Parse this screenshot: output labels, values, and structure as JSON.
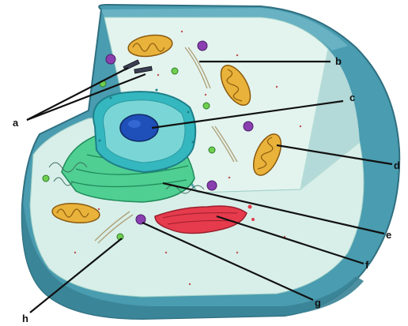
{
  "labels": {
    "a": "a",
    "b": "b",
    "c": "c",
    "d": "d",
    "e": "e",
    "f": "f",
    "g": "g",
    "h": "h"
  },
  "icons": [
    "centriole-icon",
    "mitochondrion-icon",
    "nucleus-icon",
    "golgi-apparatus-icon",
    "endoplasmic-reticulum-icon",
    "lysosome-icon",
    "ribosome-icon"
  ],
  "colors": {
    "cell_outer": "#4a9cb0",
    "cytoplasm": "#e3f4ef",
    "nucleus": "#1f4fb8",
    "nuclear_envelope": "#35b7bf",
    "rough_er": "#4fcf92",
    "mitochondria": "#e9b23a",
    "golgi": "#e53b4c",
    "vesicle": "#8a3fb0"
  }
}
